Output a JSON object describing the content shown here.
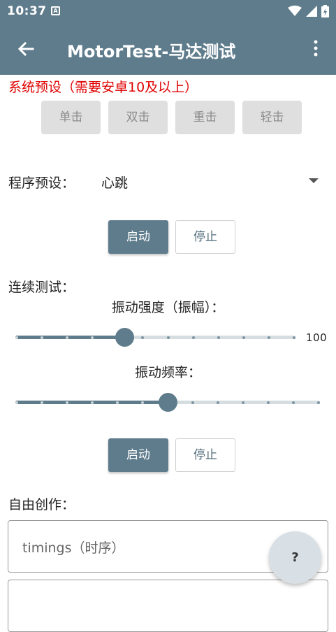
{
  "status_bar": {
    "time": "10:37",
    "notification_icon_letter": "A"
  },
  "app_bar": {
    "title": "MotorTest-马达测试",
    "back_icon": "arrow-left-icon",
    "menu_icon": "more-vert-icon"
  },
  "colors": {
    "primary": "#5f7c8c",
    "warning_text": "#e00000",
    "disabled_button_bg": "#dfdfdf"
  },
  "system_presets": {
    "title": "系统预设（需要安卓10及以上）",
    "buttons": [
      "单击",
      "双击",
      "重击",
      "轻击"
    ]
  },
  "program_presets": {
    "label": "程序预设：",
    "selected": "心跳",
    "start_label": "启动",
    "stop_label": "停止"
  },
  "continuous_test": {
    "label": "连续测试：",
    "amplitude_label": "振动强度（振幅）：",
    "amplitude_value_text": "100",
    "amplitude_fraction": 0.39,
    "frequency_label": "振动频率：",
    "frequency_fraction": 0.5,
    "start_label": "启动",
    "stop_label": "停止"
  },
  "free_creation": {
    "label": "自由创作：",
    "timings_placeholder": "timings（时序）"
  },
  "fab": {
    "label": "?"
  }
}
